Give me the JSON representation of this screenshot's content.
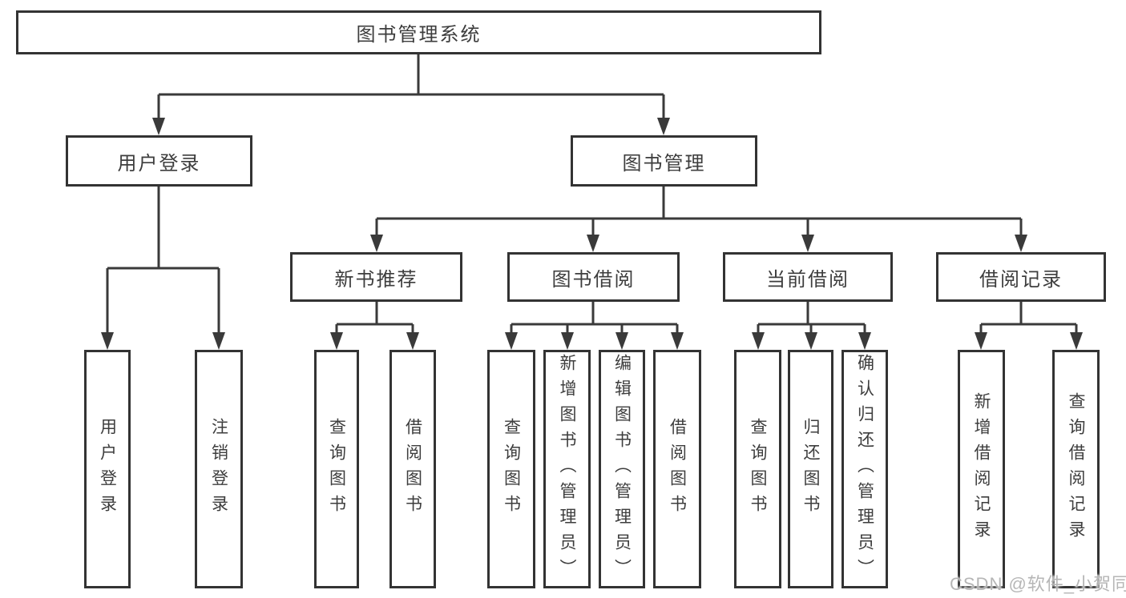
{
  "nodes": {
    "root": "图书管理系统",
    "user_login": "用户登录",
    "book_mgmt": "图书管理",
    "new_book": "新书推荐",
    "book_borrow": "图书借阅",
    "current_borrow": "当前借阅",
    "borrow_records": "借阅记录",
    "leaf_user_login": "用户登录",
    "leaf_logout": "注销登录",
    "leaf_nb_query": "查询图书",
    "leaf_nb_borrow": "借阅图书",
    "leaf_bb_query": "查询图书",
    "leaf_bb_add": "新增图书（管理员）",
    "leaf_bb_edit": "编辑图书（管理员）",
    "leaf_bb_borrow": "借阅图书",
    "leaf_cb_query": "查询图书",
    "leaf_cb_return": "归还图书",
    "leaf_cb_confirm": "确认归还（管理员）",
    "leaf_br_add": "新增借阅记录",
    "leaf_br_query": "查询借阅记录"
  },
  "tree": {
    "label": "图书管理系统",
    "children": [
      {
        "label": "用户登录",
        "children": [
          {
            "label": "用户登录"
          },
          {
            "label": "注销登录"
          }
        ]
      },
      {
        "label": "图书管理",
        "children": [
          {
            "label": "新书推荐",
            "children": [
              {
                "label": "查询图书"
              },
              {
                "label": "借阅图书"
              }
            ]
          },
          {
            "label": "图书借阅",
            "children": [
              {
                "label": "查询图书"
              },
              {
                "label": "新增图书（管理员）"
              },
              {
                "label": "编辑图书（管理员）"
              },
              {
                "label": "借阅图书"
              }
            ]
          },
          {
            "label": "当前借阅",
            "children": [
              {
                "label": "查询图书"
              },
              {
                "label": "归还图书"
              },
              {
                "label": "确认归还（管理员）"
              }
            ]
          },
          {
            "label": "借阅记录",
            "children": [
              {
                "label": "新增借阅记录"
              },
              {
                "label": "查询借阅记录"
              }
            ]
          }
        ]
      }
    ]
  },
  "watermark": "CSDN @软件_小贺同学",
  "colors": {
    "line": "#3a3a3a",
    "box_border": "#333333",
    "text": "#3d3d3d",
    "background": "#ffffff",
    "watermark": "#b0b0b0"
  }
}
